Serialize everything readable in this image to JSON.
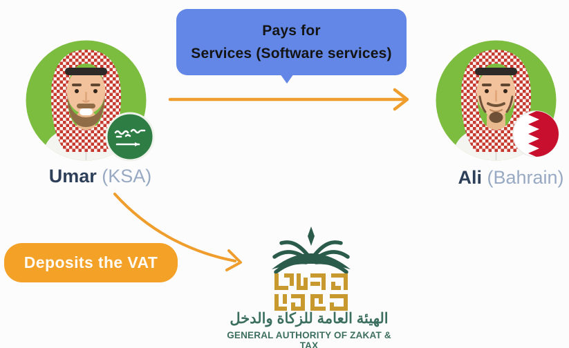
{
  "actors": {
    "payer": {
      "name": "Umar",
      "region": "(KSA)",
      "flag": "saudi-arabia"
    },
    "payee": {
      "name": "Ali",
      "region": "(Bahrain)",
      "flag": "bahrain"
    }
  },
  "payment_bubble": {
    "line1": "Pays for",
    "line2": "Services (Software services)"
  },
  "vat_banner": {
    "label": "Deposits the VAT"
  },
  "tax_authority": {
    "name_arabic": "الهيئة العامة للزكاة والدخل",
    "name_english": "GENERAL AUTHORITY OF ZAKAT & TAX"
  },
  "colors": {
    "bubble_blue": "#6387e6",
    "arrow_orange": "#ef9d2d",
    "banner_orange": "#f4a128",
    "avatar_circle_green": "#7cbd40",
    "keffiyeh_red": "#c5392f",
    "name_text": "#2e4059",
    "region_text": "#98a9c3",
    "authority_green": "#3c6f5f",
    "emblem_gold": "#c8992f",
    "saudi_flag_green": "#2e7d44",
    "bahrain_flag_red": "#c8102e"
  }
}
